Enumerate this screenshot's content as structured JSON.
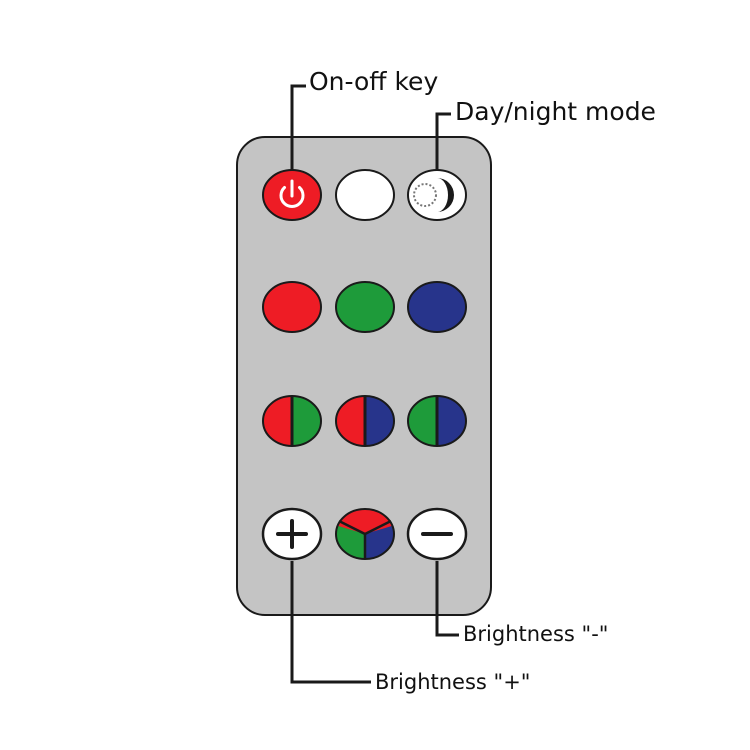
{
  "labels": {
    "on_off": "On-off key",
    "day_night": "Day/night mode",
    "brightness_minus": "Brightness \"-\"",
    "brightness_plus": "Brightness \"+\""
  },
  "colors": {
    "remote_body": "#c4c4c4",
    "outline": "#1a1a1a",
    "red": "#ee1c25",
    "green": "#1e9b3a",
    "blue": "#27348b",
    "white": "#ffffff"
  },
  "buttons": [
    {
      "name": "on-off-button",
      "icon": "power-icon",
      "fill": "red"
    },
    {
      "name": "white-light-button",
      "fill": "white"
    },
    {
      "name": "day-night-mode-button",
      "icon": "sun-moon-icon",
      "fill": "white"
    },
    {
      "name": "red-button",
      "fill": "red"
    },
    {
      "name": "green-button",
      "fill": "green"
    },
    {
      "name": "blue-button",
      "fill": "blue"
    },
    {
      "name": "red-green-button",
      "fill": [
        "red",
        "green"
      ]
    },
    {
      "name": "red-blue-button",
      "fill": [
        "red",
        "blue"
      ]
    },
    {
      "name": "green-blue-button",
      "fill": [
        "green",
        "blue"
      ]
    },
    {
      "name": "brightness-plus-button",
      "icon": "plus-icon",
      "fill": "white"
    },
    {
      "name": "rgb-mix-button",
      "fill": [
        "red",
        "green",
        "blue"
      ]
    },
    {
      "name": "brightness-minus-button",
      "icon": "minus-icon",
      "fill": "white"
    }
  ]
}
